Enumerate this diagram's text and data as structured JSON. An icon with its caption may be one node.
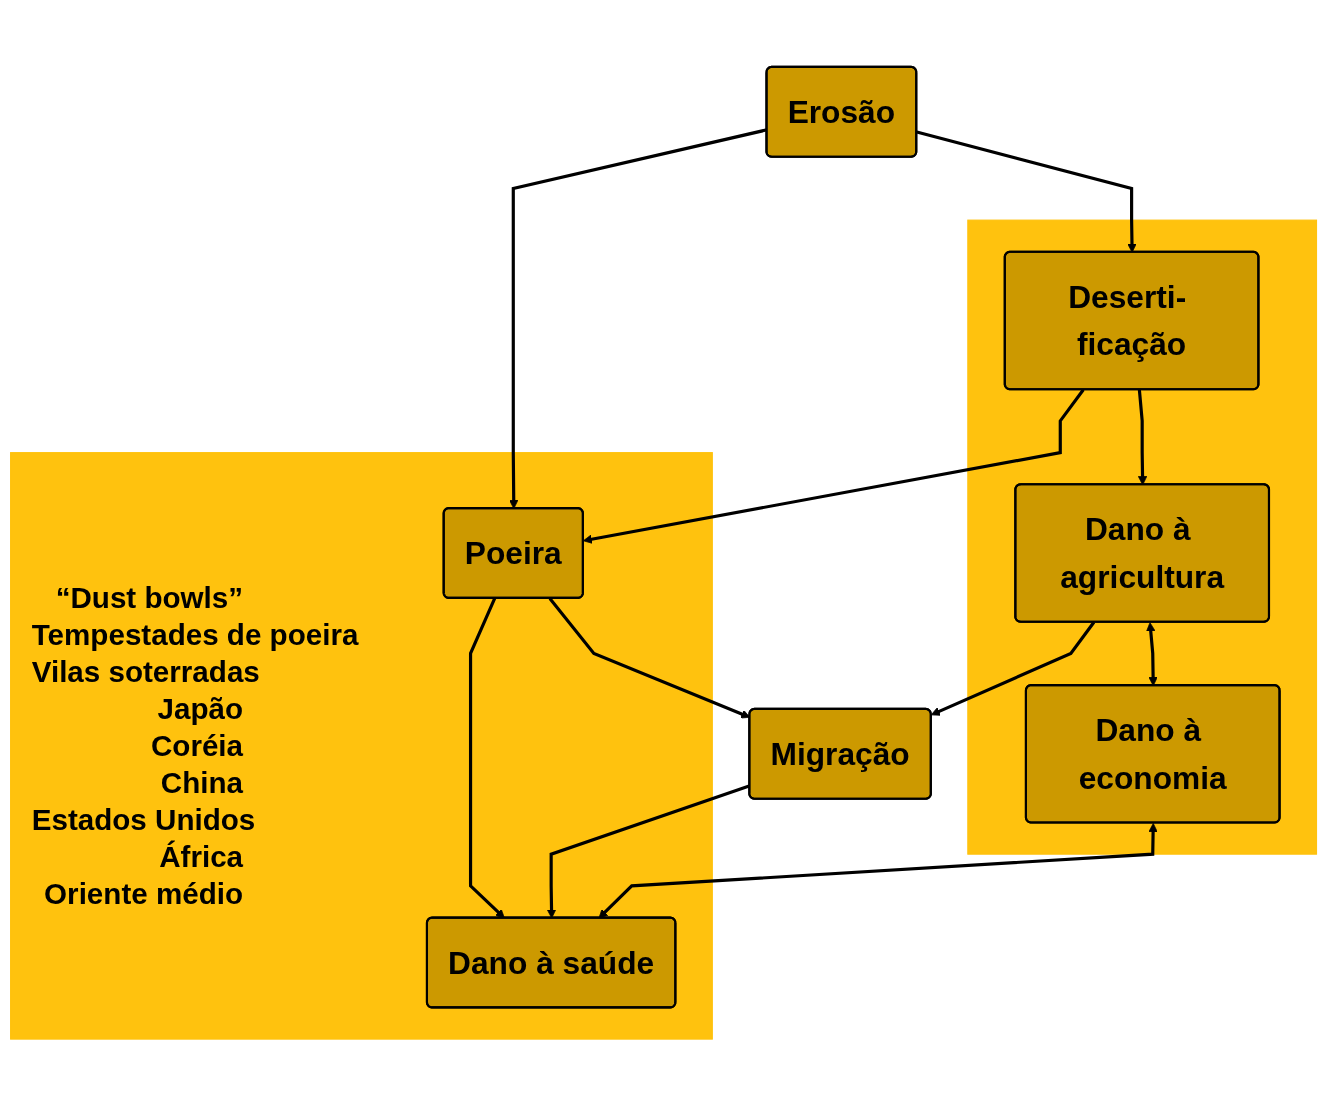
{
  "diagram": {
    "nodes": [
      {
        "text": [],
        "shape": "box"
      },
      {
        "text": [
          "Deserti- ficação"
        ],
        "in": 0
      },
      {
        "text": [
          "Dano à agricultura"
        ],
        "in": 0
      },
      {
        "text": [
          "Dano à economia"
        ],
        "in": 0
      },
      {
        "text": [
          "Erosão"
        ]
      },
      {
        "text": [
          "“Dust bowls”",
          "Tempestades de poeira",
          "Vilas soterradas",
          "Japão",
          "Coréia",
          "China",
          "Estados Unidos",
          "África",
          "Oriente médio"
        ]
      },
      {
        "text": [
          "Poeira"
        ],
        "in": 5
      },
      {
        "text": [
          "Migração"
        ]
      },
      {
        "text": [
          "Dano à saúde"
        ],
        "in": 5
      }
    ],
    "edges": [
      {
        "from": 4,
        "to": 1,
        "arrow": "to"
      },
      {
        "from": 4,
        "to": 6,
        "arrow": "to"
      },
      {
        "from": 1,
        "to": 6,
        "arrow": "to"
      },
      {
        "from": 1,
        "to": 2,
        "arrow": "to"
      },
      {
        "from": 2,
        "to": 7,
        "arrow": "to"
      },
      {
        "from": 2,
        "to": 3,
        "arrow": "both"
      },
      {
        "from": 6,
        "to": 7,
        "arrow": "to"
      },
      {
        "from": 6,
        "to": 8,
        "arrow": "to"
      },
      {
        "from": 7,
        "to": 8,
        "arrow": "to"
      },
      {
        "from": 3,
        "to": 8,
        "arrow": "both"
      }
    ]
  }
}
